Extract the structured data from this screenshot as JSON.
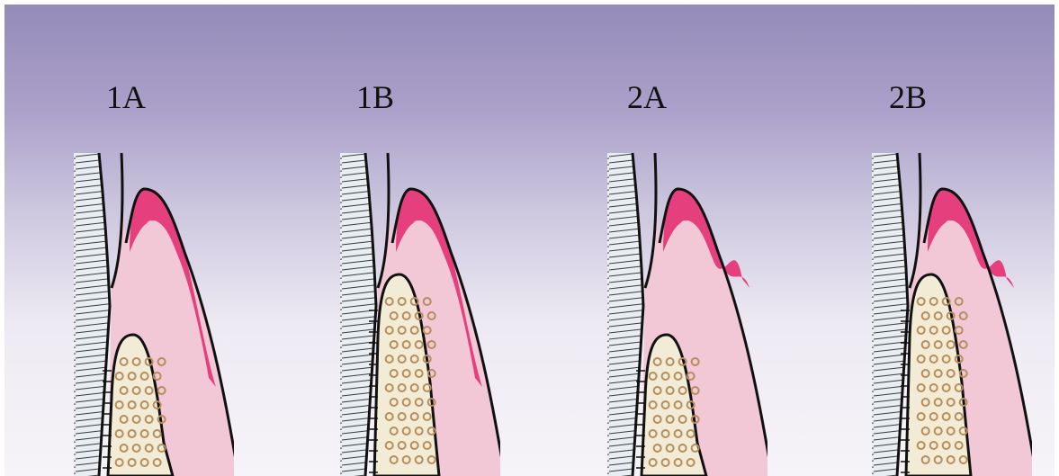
{
  "panels": [
    {
      "id": "1A",
      "label": "1A",
      "bone_crest": "low",
      "pink_layer": "full"
    },
    {
      "id": "1B",
      "label": "1B",
      "bone_crest": "high",
      "pink_layer": "full"
    },
    {
      "id": "2A",
      "label": "2A",
      "bone_crest": "low",
      "pink_layer": "short"
    },
    {
      "id": "2B",
      "label": "2B",
      "bone_crest": "high",
      "pink_layer": "short"
    }
  ],
  "colors": {
    "background_top": "#958bb9",
    "background_bottom": "#f6f4f8",
    "gingiva": "#f2c7d6",
    "keratinized_gingiva": "#e63f7d",
    "bone": "#f2ebd6",
    "trabecular_bone": "#b58e5c",
    "tooth": "#e9eef2",
    "outline": "#111111"
  }
}
